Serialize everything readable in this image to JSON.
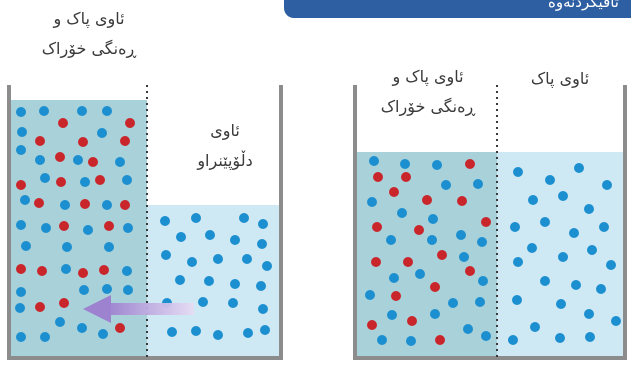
{
  "banner": {
    "text": "تاقیکردنەوە"
  },
  "left_panel": {
    "label_left_line1": "ئاوی پاک و",
    "label_left_line2": "ڕەنگی خۆراک",
    "label_right_line1": "ئاوی",
    "label_right_line2": "دڵۆپێنراو",
    "arrow": "flow-left"
  },
  "right_panel": {
    "label_left_line1": "ئاوی پاک و",
    "label_left_line2": "ڕەنگی خۆراک",
    "label_right": "ئاوی پاک"
  },
  "colors": {
    "red_particle": "#c9262c",
    "blue_particle": "#1c8fd0",
    "liquid_light": "#cfe9f4",
    "liquid_dark": "#a9d1d9",
    "container": "#8c8c8c",
    "arrow": "#b49ad8"
  }
}
